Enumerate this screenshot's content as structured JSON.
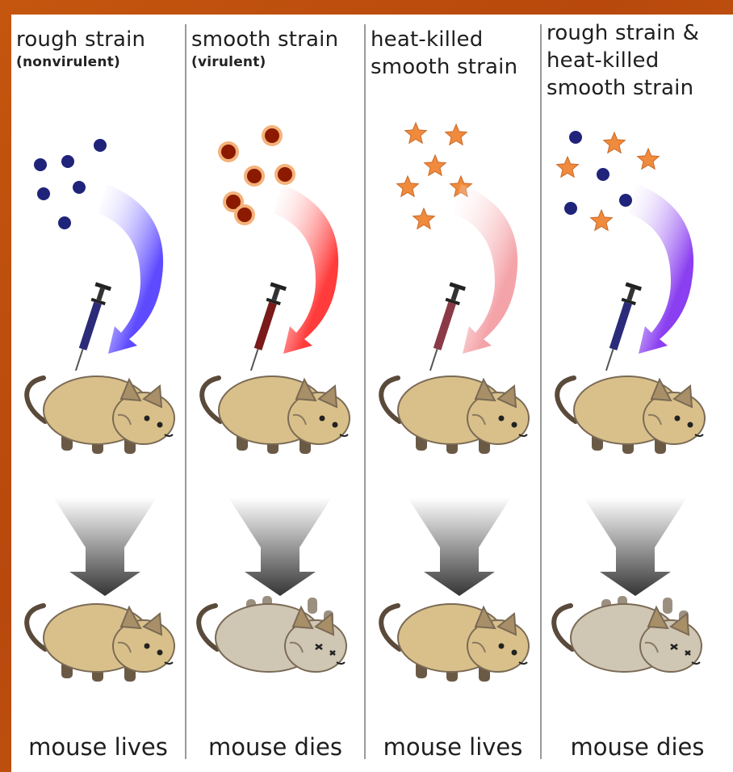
{
  "columns": [
    {
      "title_lines": [
        "rough strain"
      ],
      "subtitle": "(nonvirulent)",
      "result": "mouse lives",
      "particles": "dots",
      "arrow_color": "#5e4bff",
      "syringe_color": "#2b2b7a",
      "outcome": "lives"
    },
    {
      "title_lines": [
        "smooth strain"
      ],
      "subtitle": "(virulent)",
      "result": "mouse dies",
      "particles": "red-dots",
      "arrow_color": "#ff3b3b",
      "syringe_color": "#7a1a1a",
      "outcome": "dies"
    },
    {
      "title_lines": [
        "heat-killed",
        "smooth strain"
      ],
      "subtitle": "",
      "result": "mouse lives",
      "particles": "stars",
      "arrow_color": "#f4a3a8",
      "syringe_color": "#8a3a46",
      "outcome": "lives"
    },
    {
      "title_lines": [
        "rough strain &",
        "heat-killed",
        "smooth strain"
      ],
      "subtitle": "",
      "result": "mouse dies",
      "particles": "dots-and-stars",
      "arrow_color": "#8a3ff0",
      "syringe_color": "#2b2b7a",
      "outcome": "dies"
    }
  ],
  "colors": {
    "rough_dot": "#1f237a",
    "smooth_dot": "#8b1a00",
    "star": "#f08a3c",
    "mouse_live": "#d9c08a",
    "mouse_dead": "#cfc6b3",
    "background": "#c4560f"
  }
}
